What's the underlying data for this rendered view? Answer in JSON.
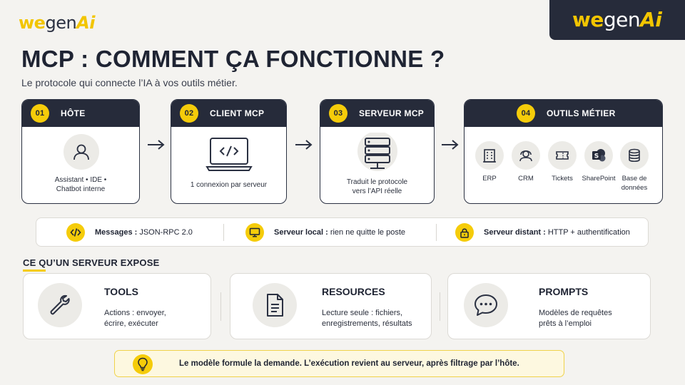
{
  "brand": {
    "we": "we",
    "gen": "gen",
    "ai": "Ai"
  },
  "title": "MCP : COMMENT ÇA FONCTIONNE ?",
  "subtitle": "Le protocole qui connecte l’IA à vos outils métier.",
  "flow": [
    {
      "num": "01",
      "title": "HÔTE",
      "caption_line1": "Assistant • IDE •",
      "caption_line2": "Chatbot interne",
      "icon": "user-icon"
    },
    {
      "num": "02",
      "title": "CLIENT MCP",
      "caption_line1": "1 connexion par serveur",
      "icon": "laptop-code-icon"
    },
    {
      "num": "03",
      "title": "SERVEUR MCP",
      "caption_line1": "Traduit le protocole",
      "caption_line2": "vers l’API réelle",
      "icon": "server-icon"
    },
    {
      "num": "04",
      "title": "OUTILS MÉTIER",
      "icon": "tools-group"
    }
  ],
  "tools": [
    {
      "label": "ERP",
      "icon": "building-icon"
    },
    {
      "label": "CRM",
      "icon": "headset-icon"
    },
    {
      "label": "Tickets",
      "icon": "ticket-icon"
    },
    {
      "label": "SharePoint",
      "icon": "sharepoint-icon"
    },
    {
      "label_line1": "Base de",
      "label_line2": "données",
      "icon": "database-icon"
    }
  ],
  "info": [
    {
      "label": "Messages :",
      "value": "JSON-RPC 2.0",
      "icon": "code-icon"
    },
    {
      "label": "Serveur local :",
      "value": "rien ne quitte le poste",
      "icon": "monitor-icon"
    },
    {
      "label": "Serveur distant :",
      "value": "HTTP + authentification",
      "icon": "lock-icon"
    }
  ],
  "section_title": "CE QU’UN SERVEUR EXPOSE",
  "expose": [
    {
      "title": "TOOLS",
      "line1": "Actions : envoyer,",
      "line2": "écrire, exécuter",
      "icon": "wrench-icon"
    },
    {
      "title": "RESOURCES",
      "line1": "Lecture seule : fichiers,",
      "line2": "enregistrements, résultats",
      "icon": "document-icon"
    },
    {
      "title": "PROMPTS",
      "line1": "Modèles de requêtes",
      "line2": "prêts à l’emploi",
      "icon": "chat-bubble-icon"
    }
  ],
  "footer": "Le modèle formule la demande. L’exécution revient au serveur, après filtrage par l’hôte.",
  "colors": {
    "accent": "#f5cc0a",
    "dark": "#262b3a",
    "background": "#f4f3f0"
  }
}
